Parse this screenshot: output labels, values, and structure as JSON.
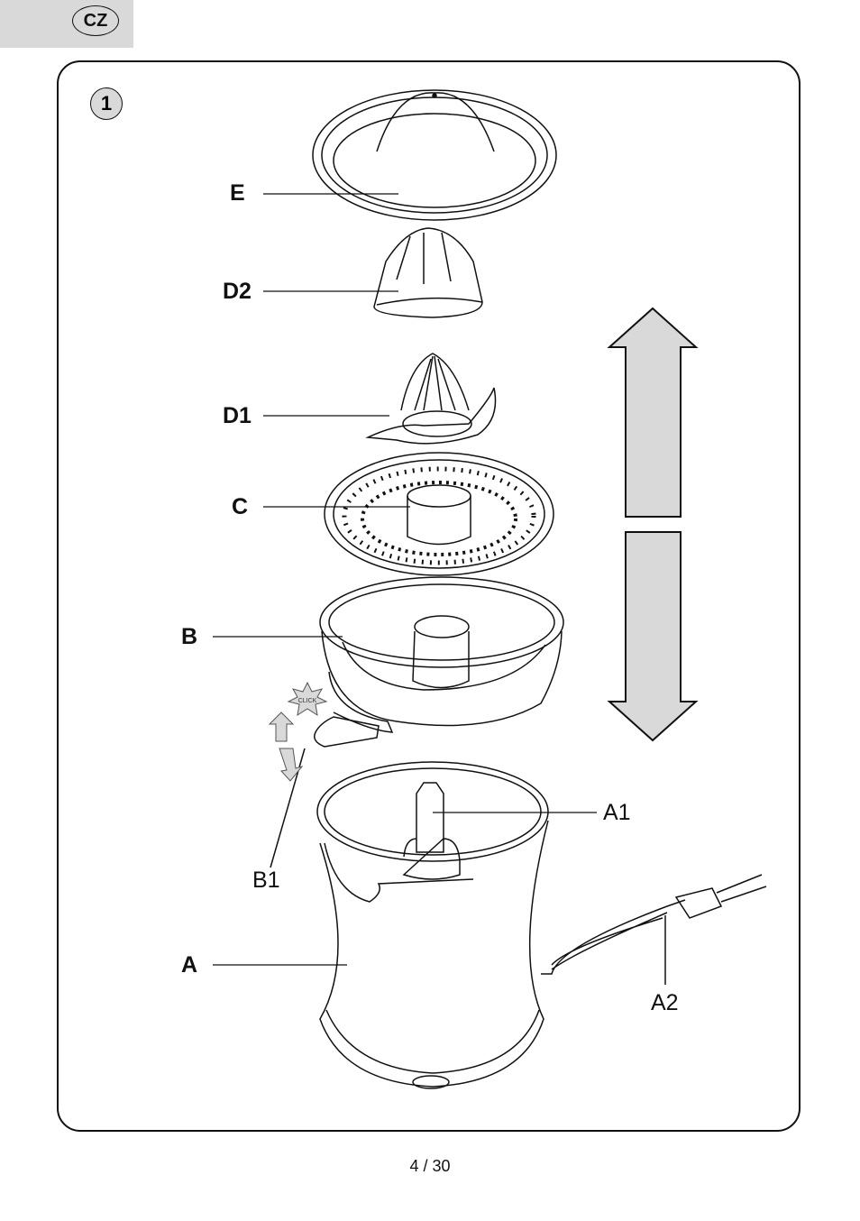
{
  "language_tab": "CZ",
  "figure_number": "1",
  "labels": {
    "E": "E",
    "D2": "D2",
    "D1": "D1",
    "C": "C",
    "B": "B",
    "B1": "B1",
    "A": "A",
    "A1": "A1",
    "A2": "A2"
  },
  "click_badge": "CLICK",
  "page_number": "4  / 30",
  "colors": {
    "tab": "#d9d9d9",
    "arrow_fill": "#d9d9d9",
    "line": "#111111"
  }
}
